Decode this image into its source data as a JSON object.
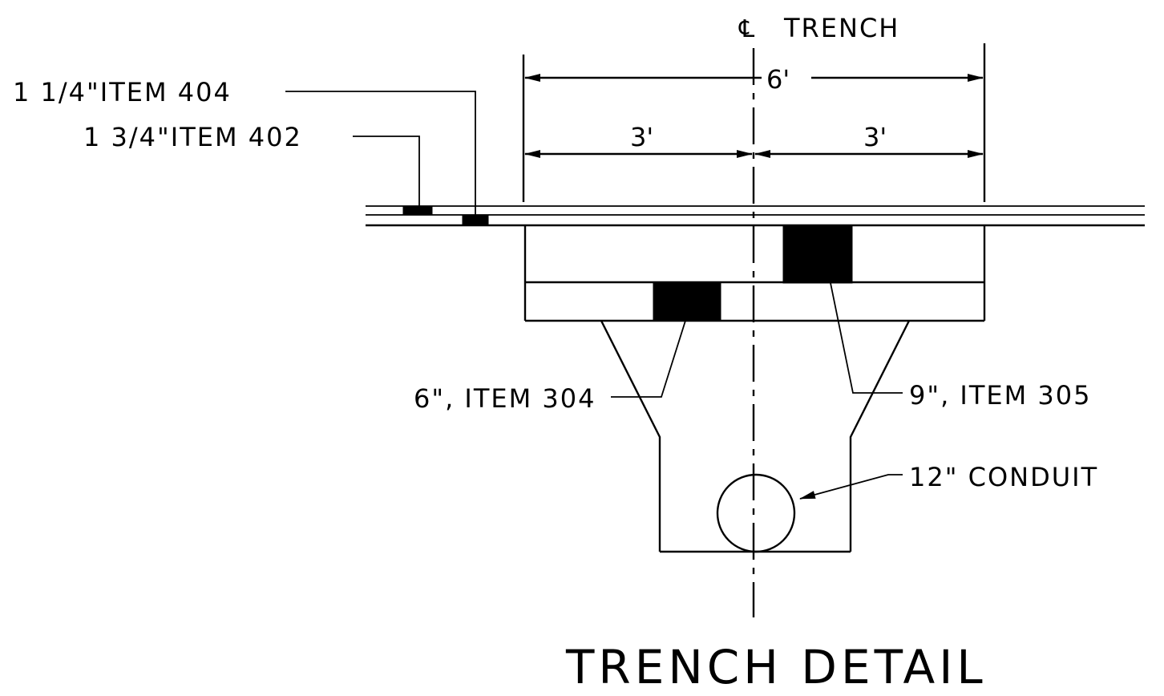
{
  "diagram": {
    "title": "TRENCH DETAIL",
    "centerline": {
      "symbol": "℄",
      "label": "TRENCH"
    },
    "dimensions": {
      "total": "6'",
      "left_half": "3'",
      "right_half": "3'"
    },
    "callouts": {
      "surface_course": "1 1/4\"ITEM 404",
      "intermediate_course": "1 3/4\"ITEM 402",
      "base_left": "6\", ITEM 304",
      "base_right": "9\", ITEM 305",
      "conduit": "12\" CONDUIT"
    }
  }
}
